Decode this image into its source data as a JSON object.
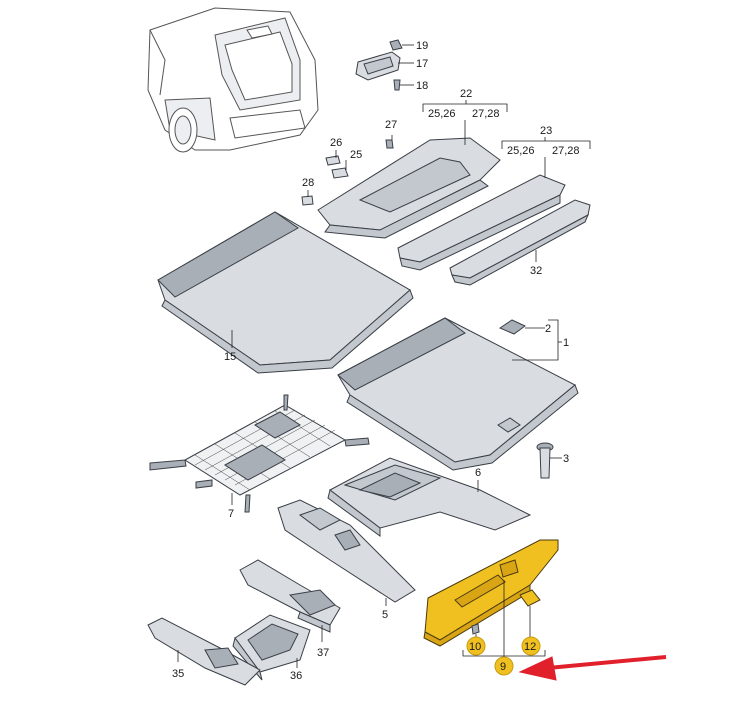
{
  "labels": {
    "l1": "1",
    "l2": "2",
    "l3": "3",
    "l5": "5",
    "l6": "6",
    "l7": "7",
    "l9": "9",
    "l10": "10",
    "l12": "12",
    "l15": "15",
    "l17": "17",
    "l18": "18",
    "l19": "19",
    "l22": "22",
    "l22a": "25,26",
    "l22b": "27,28",
    "l23": "23",
    "l23a": "25,26",
    "l23b": "27,28",
    "l25": "25",
    "l26": "26",
    "l27": "27",
    "l28": "28",
    "l32": "32",
    "l35": "35",
    "l36": "36",
    "l37": "37"
  },
  "highlight": {
    "color": "#f0c020",
    "parts": [
      "9",
      "10",
      "12"
    ],
    "arrow_color": "#e0202a"
  },
  "icons": [
    "car-trunk-illustration",
    "red-arrow-icon"
  ]
}
